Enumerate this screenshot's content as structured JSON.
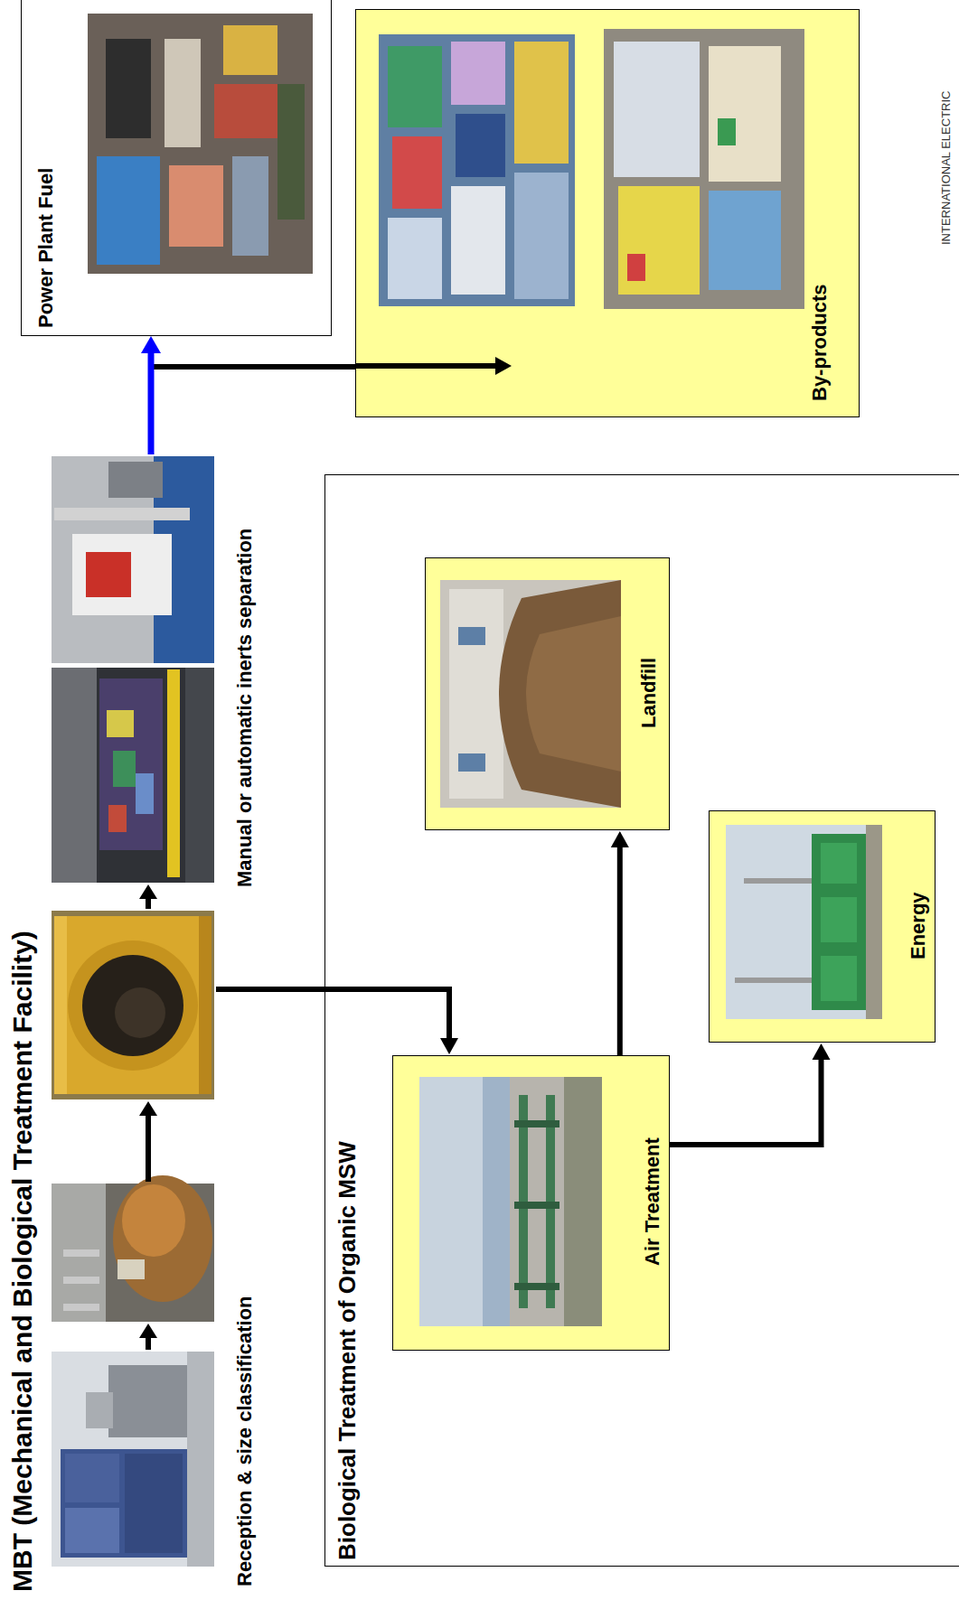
{
  "diagram": {
    "title": "MBT (Mechanical and Biological Treatment Facility)",
    "nodes": [
      {
        "text": [
          "Biological Treatment of Organic MSW"
        ]
      },
      {
        "text": [
          "Air Treatment"
        ],
        "in": 0
      },
      {
        "text": [
          "Landfill"
        ],
        "in": 0
      },
      {
        "text": [
          "Energy"
        ],
        "in": 0
      },
      {
        "text": [
          "Power Plant Fuel"
        ]
      },
      {
        "text": [
          "By-products"
        ]
      }
    ],
    "edges": [
      {
        "from": 1,
        "to": 2,
        "arrow": "to"
      },
      {
        "from": 1,
        "to": 3,
        "arrow": "to"
      }
    ],
    "labels": [
      "Reception & size classification",
      "Manual or automatic inerts separation",
      "INTERNATIONAL ELECTRIC"
    ]
  }
}
